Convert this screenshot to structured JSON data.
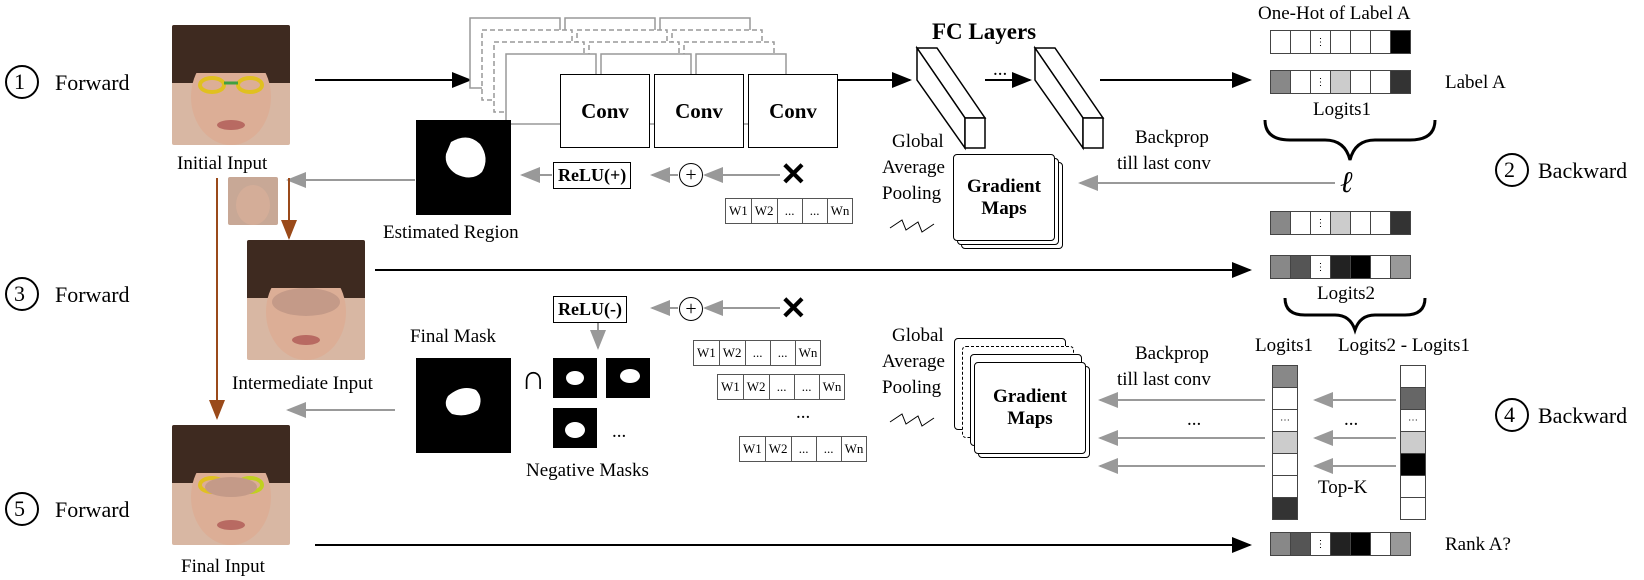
{
  "steps": [
    {
      "num": "1",
      "label": "Forward"
    },
    {
      "num": "2",
      "label": "Backward"
    },
    {
      "num": "3",
      "label": "Forward"
    },
    {
      "num": "4",
      "label": "Backward"
    },
    {
      "num": "5",
      "label": "Forward"
    }
  ],
  "inputs": {
    "initial": "Initial Input",
    "intermediate": "Intermediate Input",
    "final": "Final Input"
  },
  "conv_label": "Conv",
  "fc_label": "FC Layers",
  "ellipsis": "...",
  "one_hot": "One-Hot of Label A",
  "label_a": "Label  A",
  "logits1": "Logits1",
  "logits2": "Logits2",
  "logits_diff": "Logits2 - Logits1",
  "loss_symbol": "ℓ",
  "backprop": [
    "Backprop",
    "till last conv"
  ],
  "gap": [
    "Global",
    "Average",
    "Pooling"
  ],
  "gradient_maps": [
    "Gradient",
    "Maps"
  ],
  "relu_pos": "ReLU(+)",
  "relu_neg": "ReLU(-)",
  "plus": "+",
  "times": "✕",
  "intersect": "∩",
  "weights": [
    "W1",
    "W2",
    "...",
    "...",
    "Wn"
  ],
  "estimated_region": "Estimated Region",
  "final_mask": "Final Mask",
  "negative_masks": "Negative Masks",
  "top_k": "Top-K",
  "rank_a": "Rank A?"
}
